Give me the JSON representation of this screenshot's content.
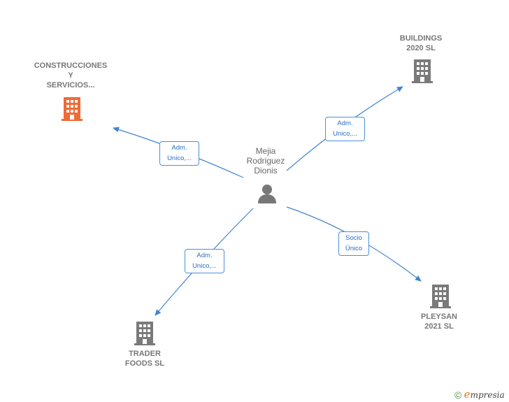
{
  "center": {
    "name_lines": [
      "Mejia",
      "Rodriguez",
      "Dionis"
    ]
  },
  "companies": [
    {
      "id": "construcciones",
      "lines": [
        "CONSTRUCCIONES",
        "Y",
        "SERVICIOS..."
      ],
      "highlight": true
    },
    {
      "id": "buildings",
      "lines": [
        "BUILDINGS",
        "2020  SL"
      ],
      "highlight": false
    },
    {
      "id": "trader",
      "lines": [
        "TRADER",
        "FOODS  SL"
      ],
      "highlight": false
    },
    {
      "id": "pleysan",
      "lines": [
        "PLEYSAN",
        "2021  SL"
      ],
      "highlight": false
    }
  ],
  "relations": [
    {
      "to": "construcciones",
      "lines": [
        "Adm.",
        "Unico,..."
      ]
    },
    {
      "to": "buildings",
      "lines": [
        "Adm.",
        "Unico,..."
      ]
    },
    {
      "to": "trader",
      "lines": [
        "Adm.",
        "Unico,..."
      ]
    },
    {
      "to": "pleysan",
      "lines": [
        "Socio",
        "Único"
      ]
    }
  ],
  "colors": {
    "edge": "#3f84d1",
    "building_default": "#7a7a7a",
    "building_highlight": "#f06a35",
    "person": "#777777"
  },
  "footer": {
    "copyright": "©",
    "brand_initial": "e",
    "brand_rest": "mpresia"
  }
}
